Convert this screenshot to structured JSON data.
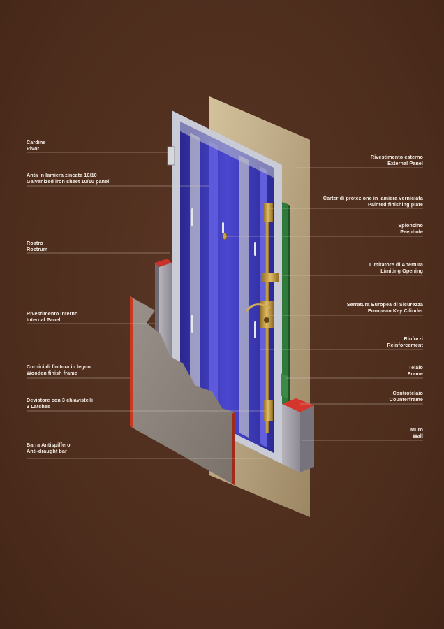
{
  "diagram": {
    "left_labels": [
      {
        "it": "Cardine",
        "en": "Pivot"
      },
      {
        "it": "Anta in lamiera zincata 10/10",
        "en": "Galvanized  iron sheet  10/10 panel"
      },
      {
        "it": "Rostro",
        "en": "Rostrum"
      },
      {
        "it": "Rivestimento  interno",
        "en": "Internal Panel"
      },
      {
        "it": "Cornici di finitura  in legno",
        "en": "Wooden finish frame"
      },
      {
        "it": "Deviatore  con 3 chiavistelli",
        "en": "3 Latches"
      },
      {
        "it": "Barra Antispiffero",
        "en": "Anti-draught bar"
      }
    ],
    "right_labels": [
      {
        "it": "Rivestimento esterno",
        "en": "External Panel"
      },
      {
        "it": "Carter di protezione in lamiera verniciata",
        "en": "Painted finishing plate"
      },
      {
        "it": "Spioncino",
        "en": "Peephole"
      },
      {
        "it": "Limitatore di Apertura",
        "en": "Limiting Opening"
      },
      {
        "it": "Serratura Europea di Sicurezza",
        "en": "European Key Cilinder"
      },
      {
        "it": "Rinforzi",
        "en": "Reinforcement"
      },
      {
        "it": "Telaio",
        "en": "Frame"
      },
      {
        "it": "Controtelaio",
        "en": "Counterframe"
      },
      {
        "it": "Muro",
        "en": "Wall"
      }
    ],
    "colors": {
      "background": "#4e2e1d",
      "door_blue": "#3c38b6",
      "frame_green": "#2f7a3a",
      "brass": "#c9a04a",
      "wall_red": "#c9312a",
      "panel_grey": "#8e857e",
      "external_panel": "#b9a47f"
    }
  }
}
